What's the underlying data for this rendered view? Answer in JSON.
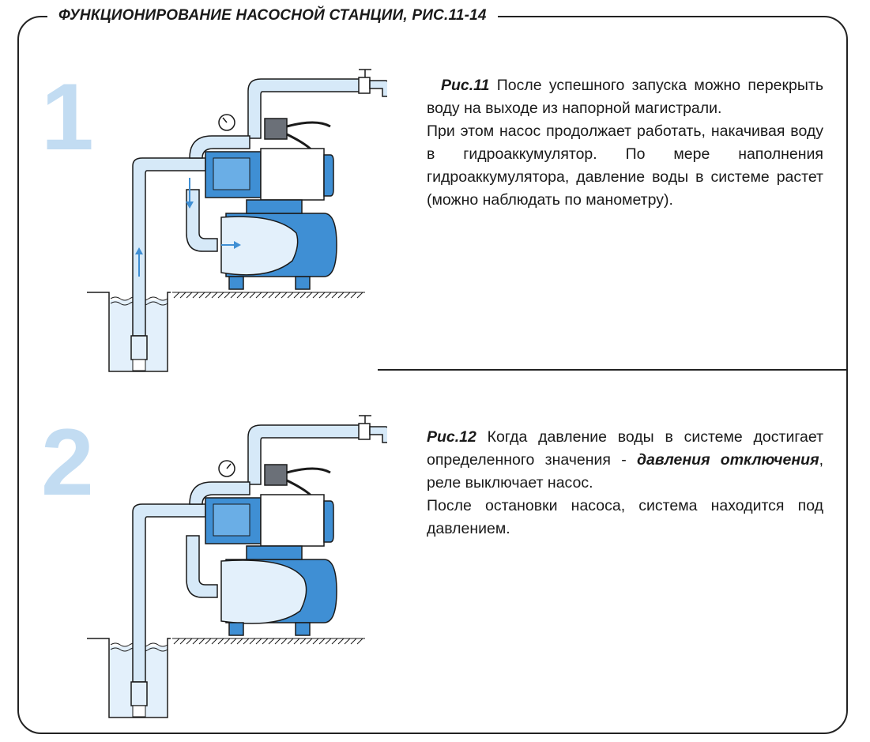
{
  "title": "ФУНКЦИОНИРОВАНИЕ НАСОСНОЙ СТАНЦИИ, РИС.11-14",
  "colors": {
    "accent_light": "#c2dcf2",
    "pipe_fill": "#d6e9f8",
    "pump_blue": "#3f8fd4",
    "water": "#e3f0fb",
    "outline": "#1a1a1a"
  },
  "panels": [
    {
      "number": "1",
      "lead": "Рис.11",
      "paragraphs": [
        "После успешного запуска можно перекрыть воду на выходе из напорной магистрали.",
        "При этом насос продолжает работать, накачивая воду в гидроаккумулятор. По мере наполнения гидроаккумулятора, давление воды в системе растет (можно наблюдать по манометру)."
      ]
    },
    {
      "number": "2",
      "lead": "Рис.12",
      "text_before": "Когда давление воды в системе достигает определенного значения - ",
      "emphasis": "давления отключения",
      "text_after": ", реле выключает насос.",
      "paragraph2": "После остановки насоса, система находится под давлением."
    }
  ]
}
